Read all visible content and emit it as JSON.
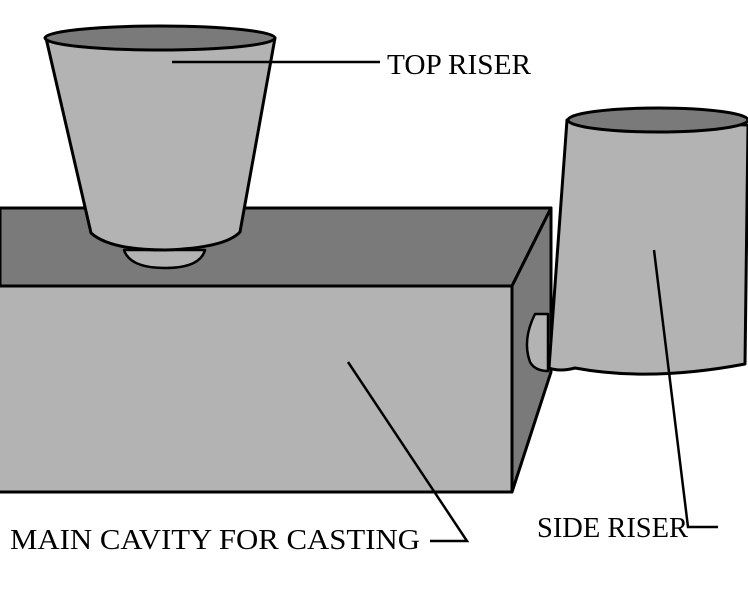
{
  "labels": {
    "top_riser": "TOP RISER",
    "side_riser": "SIDE RISER",
    "main_cavity": "MAIN CAVITY FOR CASTING"
  },
  "colors": {
    "face_light": "#b3b3b3",
    "face_dark": "#7a7a7a",
    "outline": "#000000",
    "background": "#ffffff"
  }
}
